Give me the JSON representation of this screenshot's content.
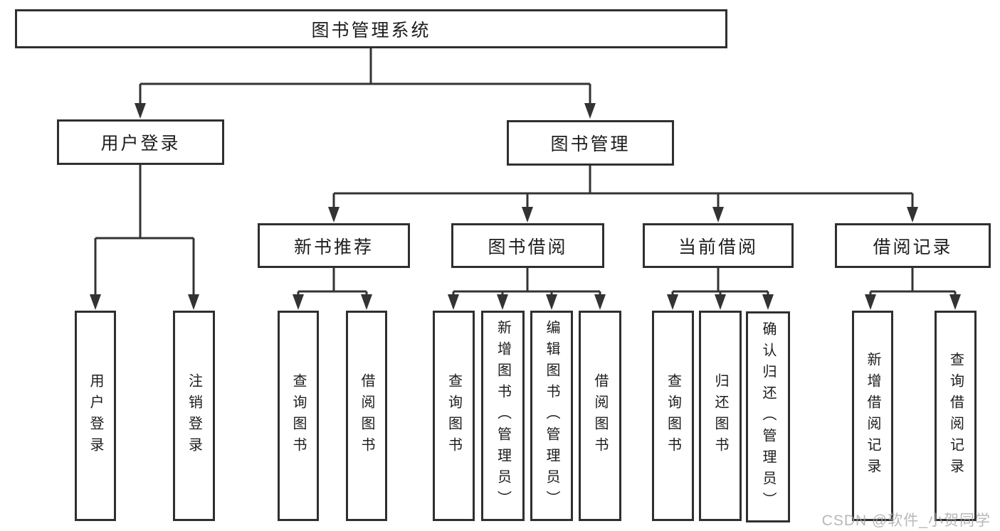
{
  "tree": {
    "root": "图书管理系统",
    "branches": [
      {
        "label": "用户登录",
        "children": [
          "用户登录",
          "注销登录"
        ]
      },
      {
        "label": "图书管理",
        "groups": [
          {
            "label": "新书推荐",
            "children": [
              "查询图书",
              "借阅图书"
            ]
          },
          {
            "label": "图书借阅",
            "children": [
              "查询图书",
              "新增图书（管理员）",
              "编辑图书（管理员）",
              "借阅图书"
            ]
          },
          {
            "label": "当前借阅",
            "children": [
              "查询图书",
              "归还图书",
              "确认归还（管理员）"
            ]
          },
          {
            "label": "借阅记录",
            "children": [
              "新增借阅记录",
              "查询借阅记录"
            ]
          }
        ]
      }
    ]
  },
  "watermark": "CSDN @软件_小贺同学",
  "colors": {
    "line": "#333333",
    "box_border": "#2f2f2f",
    "text": "#1d1d1d",
    "watermark": "#a0a0a0",
    "background": "#ffffff"
  }
}
